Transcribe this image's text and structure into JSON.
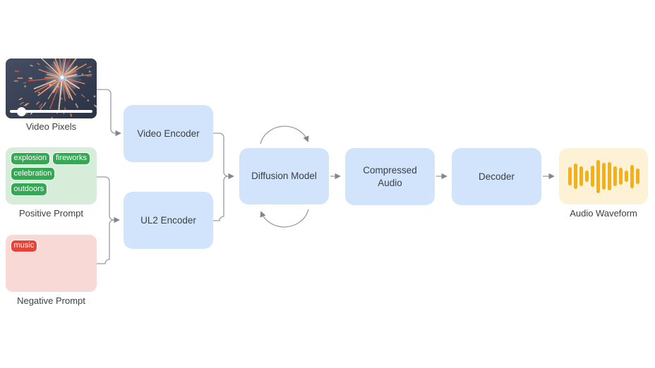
{
  "diagram": {
    "nodes": {
      "video_pixels": {
        "label": "Video Pixels",
        "media": "fireworks video thumbnail with playback scrubber"
      },
      "positive_prompt": {
        "label": "Positive Prompt",
        "tags": [
          "explosion",
          "fireworks",
          "celebration",
          "outdoors"
        ]
      },
      "negative_prompt": {
        "label": "Negative Prompt",
        "tags": [
          "music"
        ]
      },
      "video_encoder": {
        "label": "Video Encoder"
      },
      "ul2_encoder": {
        "label": "UL2 Encoder"
      },
      "diffusion_model": {
        "label": "Diffusion Model"
      },
      "compressed_audio": {
        "label": "Compressed Audio"
      },
      "decoder": {
        "label": "Decoder"
      },
      "audio_waveform": {
        "label": "Audio Waveform",
        "bar_heights": [
          26,
          36,
          28,
          16,
          30,
          47,
          38,
          40,
          28,
          24,
          16,
          33,
          22
        ]
      }
    },
    "edges": [
      {
        "from": "video_pixels",
        "to": "video_encoder"
      },
      {
        "from": "positive_prompt",
        "to": "ul2_encoder"
      },
      {
        "from": "negative_prompt",
        "to": "ul2_encoder"
      },
      {
        "from": "video_encoder",
        "to": "diffusion_model"
      },
      {
        "from": "ul2_encoder",
        "to": "diffusion_model"
      },
      {
        "from": "diffusion_model",
        "to": "diffusion_model",
        "type": "iteration-loop"
      },
      {
        "from": "diffusion_model",
        "to": "compressed_audio"
      },
      {
        "from": "compressed_audio",
        "to": "decoder"
      },
      {
        "from": "decoder",
        "to": "audio_waveform"
      }
    ],
    "colors": {
      "node_blue": "#d2e3fc",
      "prompt_green_bg": "#d7edda",
      "tag_green": "#34a853",
      "prompt_red_bg": "#f9d9d5",
      "tag_red": "#ea4335",
      "waveform_bg": "#fdf2d5",
      "waveform_bar": "#fbb005",
      "connector": "#989da4",
      "text": "#3c4043"
    }
  }
}
